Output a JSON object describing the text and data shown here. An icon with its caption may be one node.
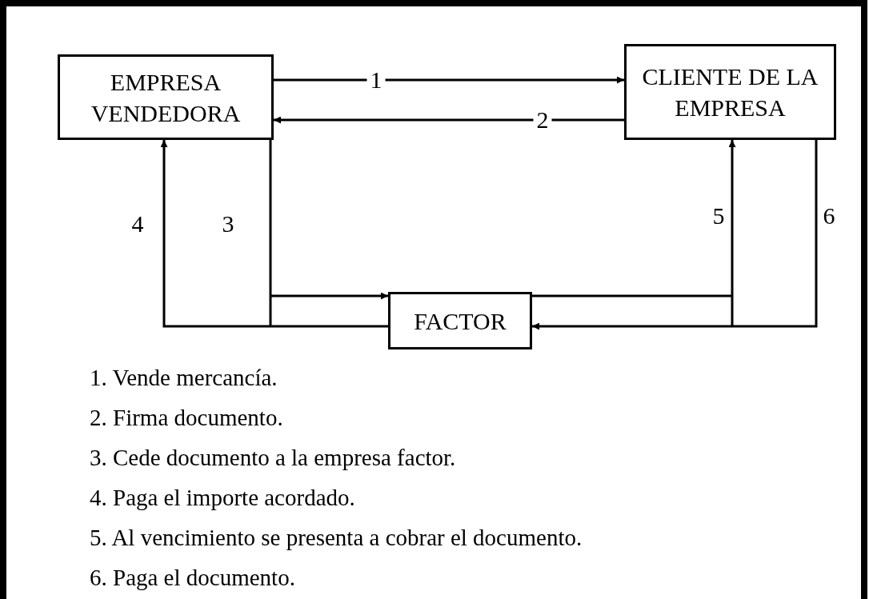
{
  "diagram": {
    "nodes": [
      {
        "text": [
          "EMPRESA VENDEDORA"
        ]
      },
      {
        "text": [
          "CLIENTE DE LA EMPRESA"
        ]
      },
      {
        "text": [
          "FACTOR"
        ]
      }
    ],
    "edges": [
      {
        "from": 0,
        "to": 1,
        "arrow": "to",
        "label": "1"
      },
      {
        "from": 1,
        "to": 0,
        "arrow": "to",
        "label": "2"
      },
      {
        "from": 0,
        "to": 2,
        "arrow": "to",
        "label": "3"
      },
      {
        "from": 2,
        "to": 0,
        "arrow": "to",
        "label": "4"
      },
      {
        "from": 2,
        "to": 1,
        "arrow": "to",
        "label": "5"
      },
      {
        "from": 1,
        "to": 2,
        "arrow": "to",
        "label": "6"
      }
    ],
    "labels": [
      "1. Vende mercancía.",
      "2. Firma documento.",
      "3. Cede documento a la empresa factor.",
      "4. Paga el importe acordado.",
      "5. Al vencimiento se presenta a cobrar el documento.",
      "6. Paga el documento."
    ]
  }
}
